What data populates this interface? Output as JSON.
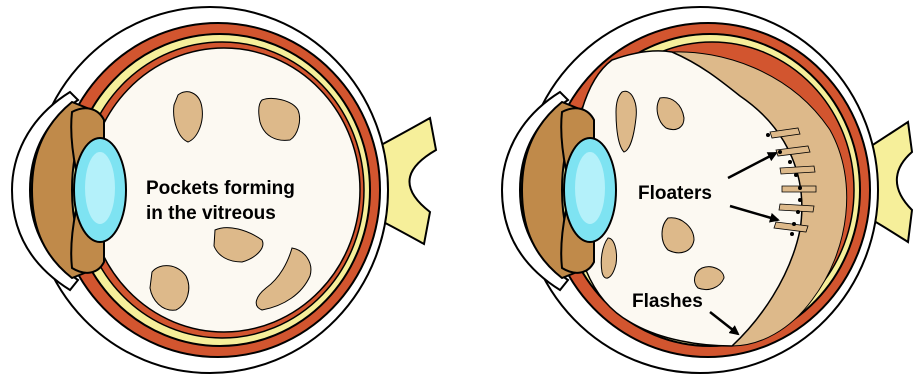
{
  "left_eye": {
    "caption_line1": "Pockets forming",
    "caption_line2": "in the vitreous"
  },
  "right_eye": {
    "floaters_label": "Floaters",
    "flashes_label": "Flashes"
  },
  "colors": {
    "outline": "#000000",
    "sclera": "#ffffff",
    "choroid": "#d2552f",
    "retina_yellow": "#f6ef9a",
    "vitreous": "#fcf9f2",
    "pocket": "#ddb98a",
    "lens": "#7ee3f2",
    "iris": "#c08a4a",
    "optic_nerve": "#f6ef9a"
  }
}
